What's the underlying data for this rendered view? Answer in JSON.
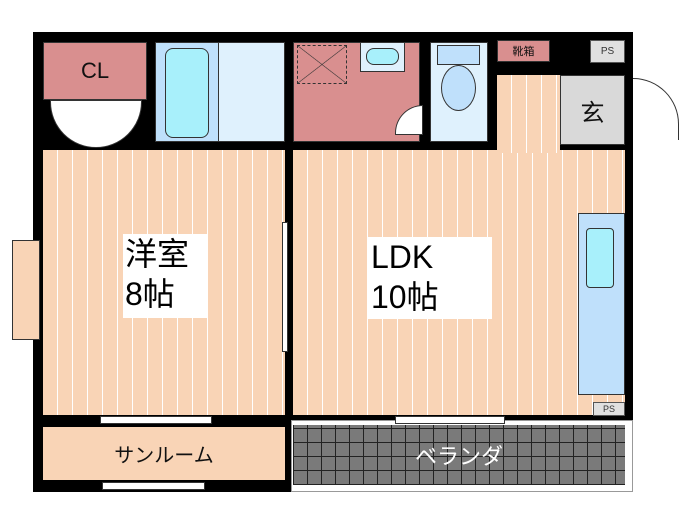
{
  "rooms": {
    "closet": "CL",
    "western_room": {
      "name": "洋室",
      "size": "8帖"
    },
    "ldk": {
      "name": "LDK",
      "size": "10帖"
    },
    "shoe_box": "靴箱",
    "entrance": "玄",
    "pipe_space_top": "PS",
    "pipe_space_bottom": "PS",
    "sunroom": "サンルーム",
    "veranda": "ベランダ"
  },
  "colors": {
    "floor": "#f9d4b6",
    "wet_area": "#dff1fd",
    "storage": "#d98f8f",
    "entrance": "#d9d9d9",
    "veranda": "#7a7a7a"
  }
}
